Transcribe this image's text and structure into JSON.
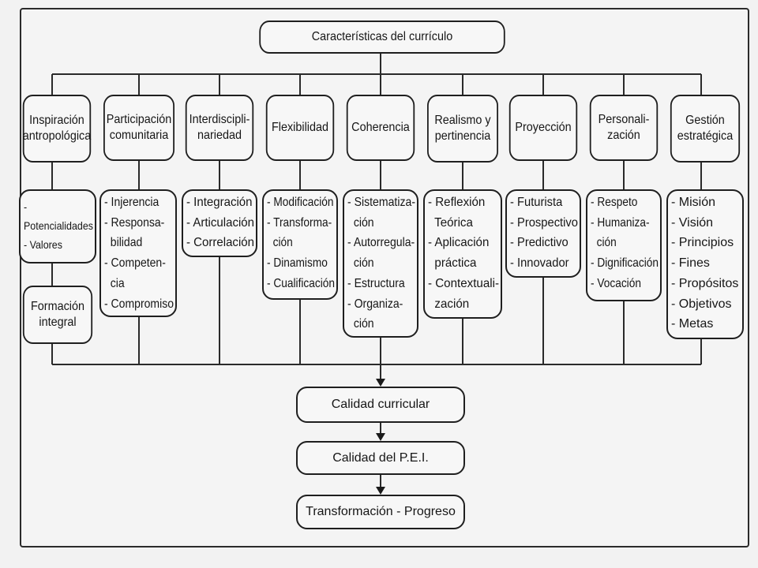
{
  "diagram": {
    "root": "Características del currículo",
    "characteristics": [
      {
        "title": "Inspiración\nantropológica",
        "items": [
          "-",
          "Potencialidades",
          "- Valores"
        ],
        "extra": "Formación\nintegral"
      },
      {
        "title": "Participación\ncomunitaria",
        "items": [
          "- Injerencia",
          "- Responsa-",
          "  bilidad",
          "- Competen-",
          "  cia",
          "- Compromiso"
        ]
      },
      {
        "title": "Interdiscipli-\nnariedad",
        "items": [
          "- Integración",
          "- Articulación",
          "- Correlación"
        ]
      },
      {
        "title": "Flexibilidad",
        "items": [
          "- Modificación",
          "- Transforma-",
          "  ción",
          "- Dinamismo",
          "- Cualificación"
        ]
      },
      {
        "title": "Coherencia",
        "items": [
          "- Sistematiza-",
          "  ción",
          "- Autorregula-",
          "  ción",
          "- Estructura",
          "- Organiza-",
          "  ción"
        ]
      },
      {
        "title": "Realismo y\npertinencia",
        "items": [
          "- Reflexión",
          "  Teórica",
          "- Aplicación",
          "  práctica",
          "- Contextuali-",
          "  zación"
        ]
      },
      {
        "title": "Proyección",
        "items": [
          "- Futurista",
          "- Prospectivo",
          "- Predictivo",
          "- Innovador"
        ]
      },
      {
        "title": "Personali-\nzación",
        "items": [
          "- Respeto",
          "- Humaniza-",
          "  ción",
          "- Dignificación",
          "- Vocación"
        ]
      },
      {
        "title": "Gestión\nestratégica",
        "items": [
          "- Misión",
          "- Visión",
          "- Principios",
          "- Fines",
          "- Propósitos",
          "- Objetivos",
          "- Metas"
        ]
      }
    ],
    "outcomes": [
      "Calidad curricular",
      "Calidad del P.E.I.",
      "Transformación - Progreso"
    ]
  }
}
